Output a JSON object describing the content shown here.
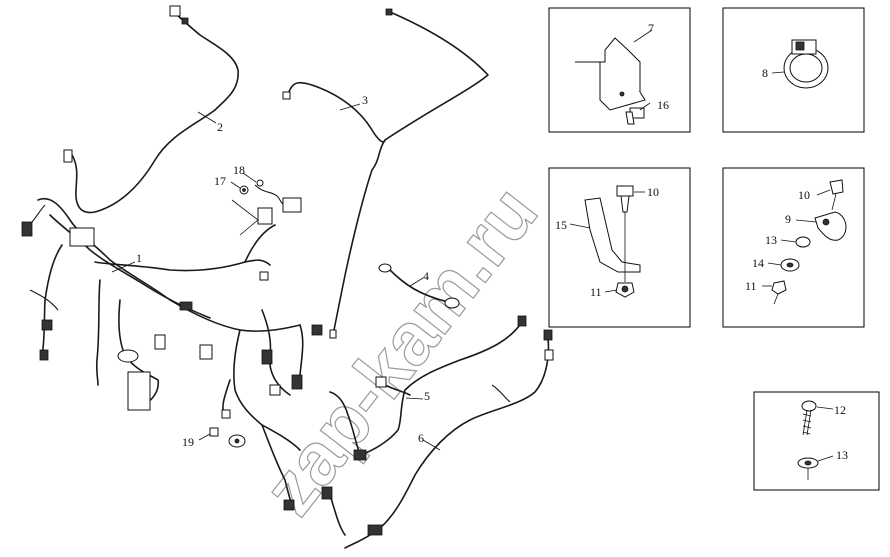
{
  "watermark": "zap-kam.ru",
  "callouts": {
    "c1": "1",
    "c2": "2",
    "c3": "3",
    "c4": "4",
    "c5": "5",
    "c6": "6",
    "c7": "7",
    "c8": "8",
    "c9": "9",
    "c10a": "10",
    "c10b": "10",
    "c11a": "11",
    "c11b": "11",
    "c12": "12",
    "c13a": "13",
    "c13b": "13",
    "c14": "14",
    "c15": "15",
    "c16": "16",
    "c17": "17",
    "c18": "18",
    "c19": "19"
  }
}
